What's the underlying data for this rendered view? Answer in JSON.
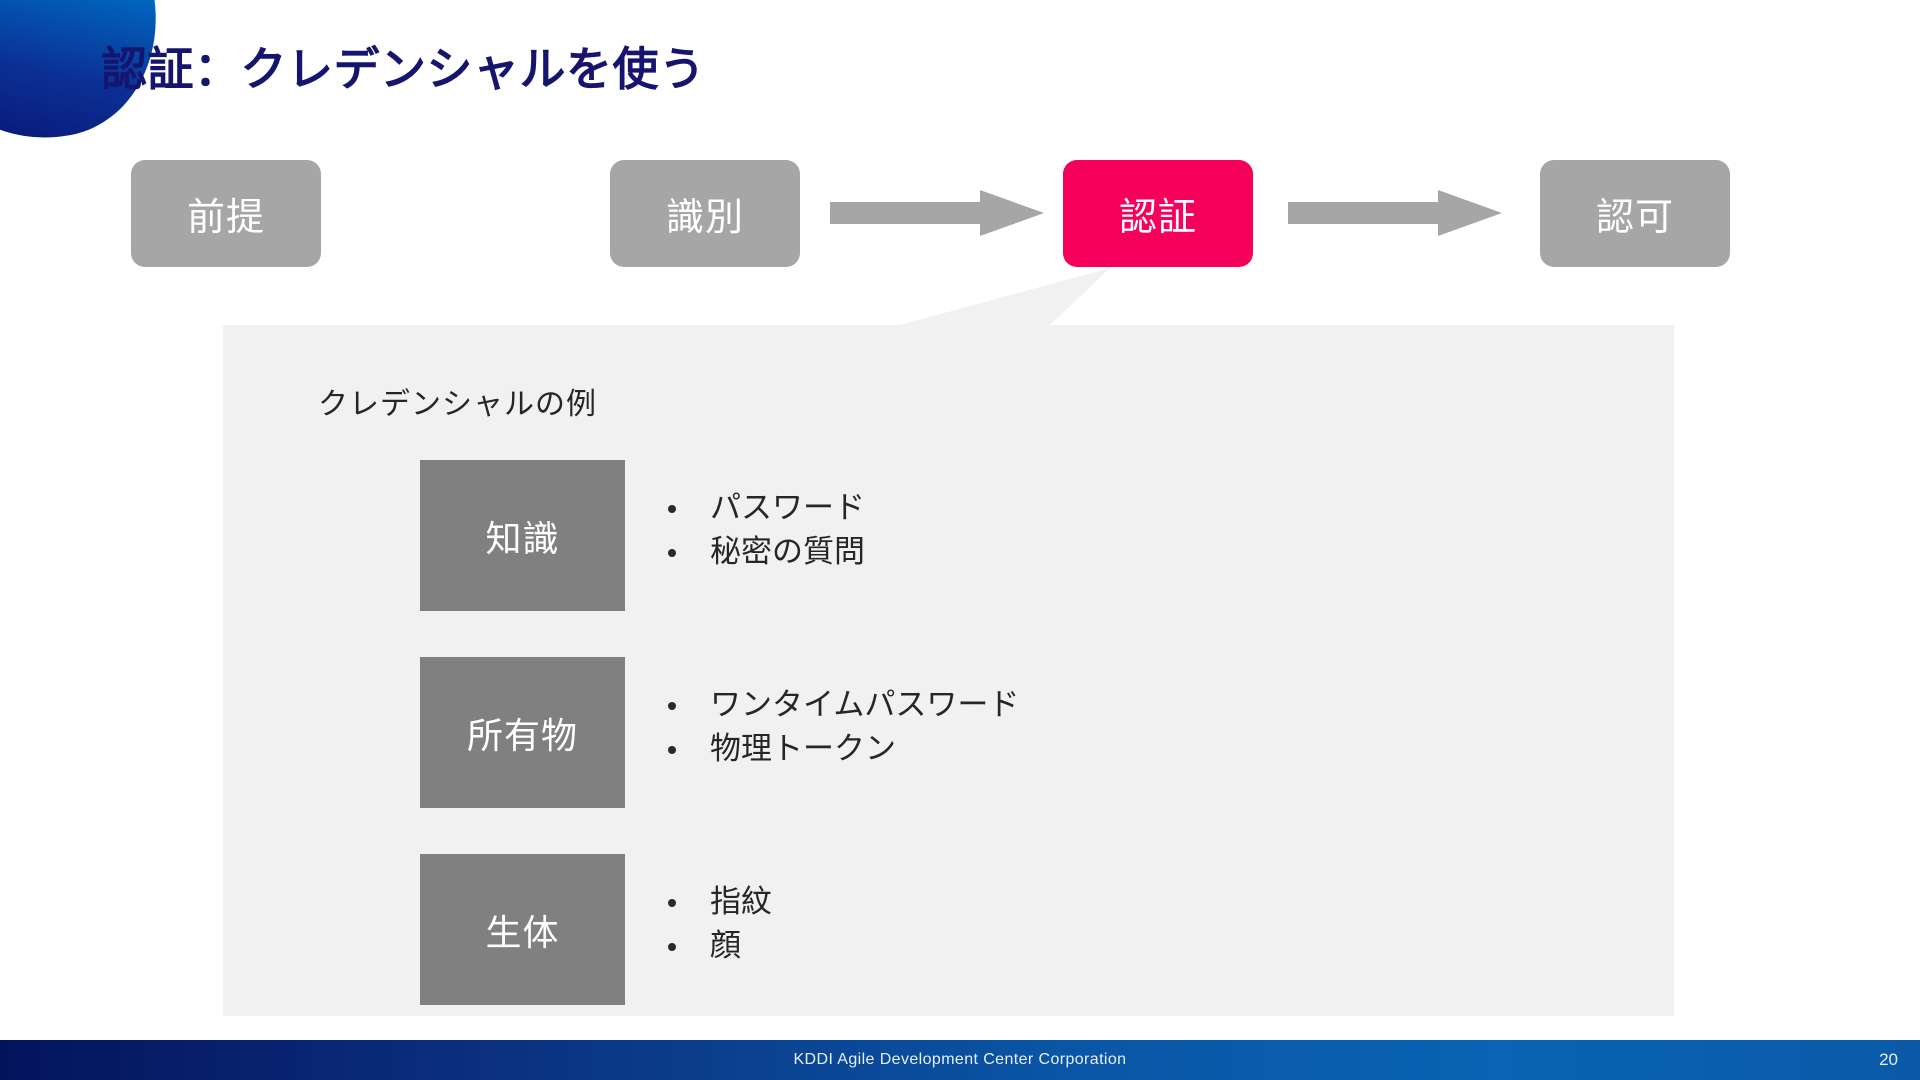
{
  "slide": {
    "title": "認証：クレデンシャルを使う",
    "title_color": "#15156e",
    "background": "#ffffff"
  },
  "flow": {
    "steps": [
      {
        "label": "前提",
        "state": "inactive",
        "color": "#a6a6a6"
      },
      {
        "label": "識別",
        "state": "inactive",
        "color": "#a6a6a6"
      },
      {
        "label": "認証",
        "state": "active",
        "color": "#f5005a"
      },
      {
        "label": "認可",
        "state": "inactive",
        "color": "#a6a6a6"
      }
    ],
    "arrows": [
      {
        "from": "識別",
        "to": "認証",
        "color": "#a6a6a6"
      },
      {
        "from": "認証",
        "to": "認可",
        "color": "#a6a6a6"
      }
    ]
  },
  "panel": {
    "heading": "クレデンシャルの例",
    "background": "#f1f1f1",
    "categories": [
      {
        "name": "知識",
        "items": [
          "パスワード",
          "秘密の質問"
        ]
      },
      {
        "name": "所有物",
        "items": [
          "ワンタイムパスワード",
          "物理トークン"
        ]
      },
      {
        "name": "生体",
        "items": [
          "指紋",
          "顔"
        ]
      }
    ]
  },
  "footer": {
    "text": "KDDI Agile Development Center Corporation",
    "page_number": "20"
  }
}
